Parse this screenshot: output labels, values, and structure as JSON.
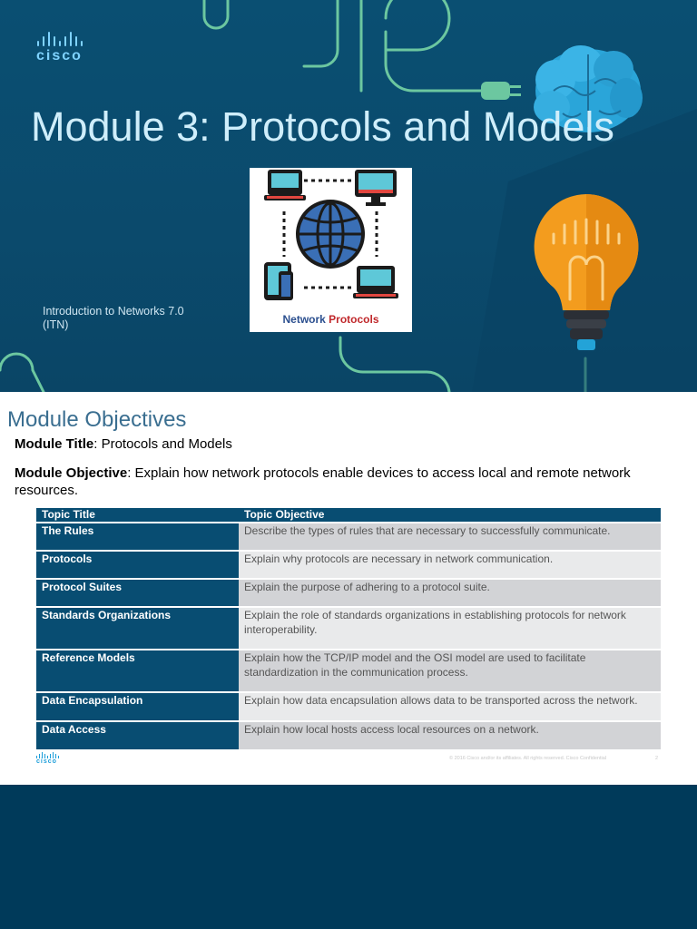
{
  "slide1": {
    "logo_text": "cisco",
    "title": "Module 3: Protocols and Models",
    "card": {
      "label_word1": "Network",
      "label_word2": "Protocols"
    },
    "course_line1": "Introduction to Networks 7.0",
    "course_line2": "(ITN)"
  },
  "slide2": {
    "heading": "Module Objectives",
    "module_title_label": "Module Title",
    "module_title_value": ": Protocols and Models",
    "module_objective_label": "Module Objective",
    "module_objective_value": ": Explain how network protocols enable devices to access local and remote network resources.",
    "table": {
      "headers": [
        "Topic Title",
        "Topic Objective"
      ],
      "rows": [
        {
          "title": "The Rules",
          "objective": "Describe the types of rules that are necessary to successfully communicate."
        },
        {
          "title": "Protocols",
          "objective": "Explain why protocols are necessary in network communication."
        },
        {
          "title": "Protocol Suites",
          "objective": "Explain the purpose of adhering to a protocol suite."
        },
        {
          "title": "Standards Organizations",
          "objective": "Explain the role of standards organizations in establishing protocols for network interoperability."
        },
        {
          "title": "Reference Models",
          "objective": "Explain how the TCP/IP model and the OSI model are used to facilitate standardization in the communication process."
        },
        {
          "title": "Data Encapsulation",
          "objective": "Explain how data encapsulation allows data to be transported across the network."
        },
        {
          "title": "Data Access",
          "objective": "Explain how local hosts access local resources on a network."
        }
      ]
    },
    "footer": {
      "logo_text": "cisco",
      "copyright": "© 2016  Cisco and/or its affiliates. All rights reserved.   Cisco Confidential",
      "page_number": "2"
    }
  }
}
